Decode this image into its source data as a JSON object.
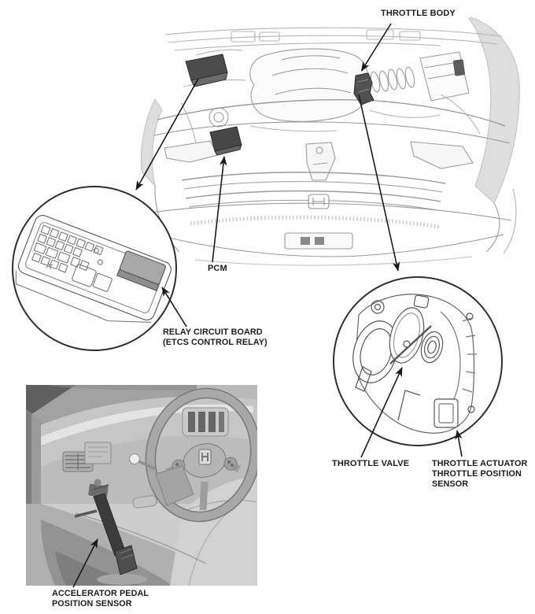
{
  "diagram": {
    "callouts": {
      "throttle_body": {
        "label": "THROTTLE BODY"
      },
      "pcm": {
        "label": "PCM"
      },
      "relay_circuit_board": {
        "line1": "RELAY CIRCUIT BOARD",
        "line2": "(ETCS CONTROL RELAY)"
      },
      "throttle_valve": {
        "label": "THROTTLE VALVE"
      },
      "throttle_actuator": {
        "line1": "THROTTLE ACTUATOR",
        "line2": "THROTTLE POSITION",
        "line3": "SENSOR"
      },
      "accelerator_pedal_position_sensor": {
        "line1": "ACCELERATOR PEDAL",
        "line2": "POSITION SENSOR"
      }
    },
    "colors": {
      "background": "#ffffff",
      "label_text": "#1d1d1d",
      "leader_line": "#1a1a1a",
      "line_art_light": "#b5b5b5",
      "line_art_medium": "#9c9c9c",
      "detail_stroke": "#555555",
      "dark_component": "#4c4c4c",
      "relay_highlight": "#a8a8a8",
      "inset_circle_stroke": "#2e2e2e"
    }
  }
}
